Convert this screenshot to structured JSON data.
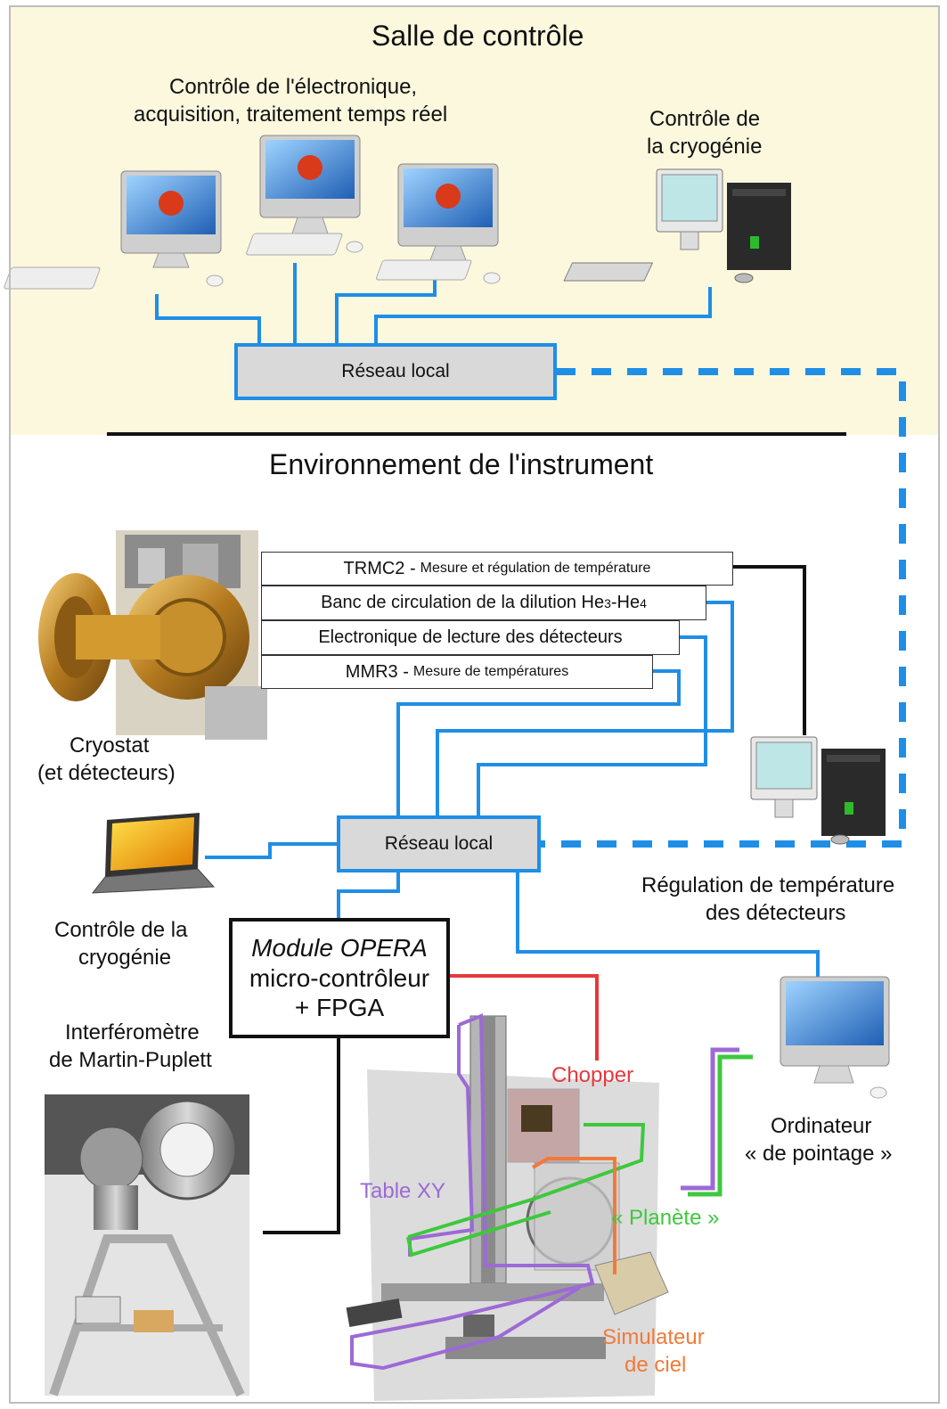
{
  "control_room": {
    "title": "Salle de contrôle",
    "electronics_caption_line1": "Contrôle de l'électronique,",
    "electronics_caption_line2": "acquisition, traitement temps réel",
    "cryo_caption_line1": "Contrôle de",
    "cryo_caption_line2": "la cryogénie",
    "network_label": "Réseau local"
  },
  "instrument": {
    "title": "Environnement de l'instrument",
    "devices": [
      {
        "name": "TRMC2 -",
        "detail": "Mesure et régulation de température"
      },
      {
        "name": "Banc de circulation de la dilution He",
        "sup1": "3",
        "mid": "-He",
        "sup2": "4"
      },
      {
        "name": "Electronique de lecture des détecteurs"
      },
      {
        "name": "MMR3 -",
        "detail": "Mesure de températures"
      }
    ],
    "cryostat_line1": "Cryostat",
    "cryostat_line2": "(et détecteurs)",
    "network_label": "Réseau local",
    "regulation_line1": "Régulation de température",
    "regulation_line2": "des détecteurs",
    "cryo_control_line1": "Contrôle de la",
    "cryo_control_line2": "cryogénie",
    "opera_line1": "Module OPERA",
    "opera_line2": "micro-contrôleur",
    "opera_line3": "+ FPGA",
    "interferometer_line1": "Interféromètre",
    "interferometer_line2": "de Martin-Puplett",
    "chopper": "Chopper",
    "table_xy": "Table XY",
    "planete": "« Planète »",
    "sky_sim_line1": "Simulateur",
    "sky_sim_line2": "de ciel",
    "pointing_line1": "Ordinateur",
    "pointing_line2": "« de pointage »"
  },
  "colors": {
    "network_blue": "#1f8ee6",
    "chopper_red": "#e8383b",
    "table_purple": "#9c6ad6",
    "planete_green": "#3ec83e",
    "sky_orange": "#f07a3a",
    "top_zone": "#fbf8de"
  },
  "icons": [
    "imac-computer-icon",
    "desktop-pc-icon",
    "laptop-icon",
    "cryostat-photo",
    "interferometer-photo",
    "test-bench-photo"
  ]
}
